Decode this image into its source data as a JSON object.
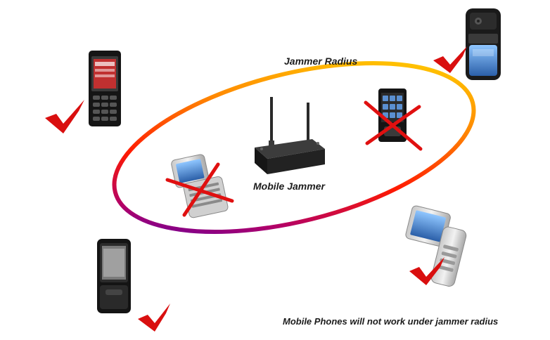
{
  "labels": {
    "jammer_radius": "Jammer Radius",
    "mobile_jammer": "Mobile Jammer",
    "caption": "Mobile Phones will not work under jammer radius"
  },
  "colors": {
    "check": "#d90f0f",
    "cross": "#e01010",
    "ring_gradient": [
      "#ffe600",
      "#ffa000",
      "#ff2a00",
      "#a0007a",
      "#2a00d0"
    ],
    "jammer_body": "#222222"
  },
  "icons": {
    "inside_phone": "phone-icon",
    "outside_phone": "phone-icon",
    "blocked_marker": "red-cross-icon",
    "working_marker": "red-checkmark-icon",
    "jammer": "jammer-device-icon"
  }
}
